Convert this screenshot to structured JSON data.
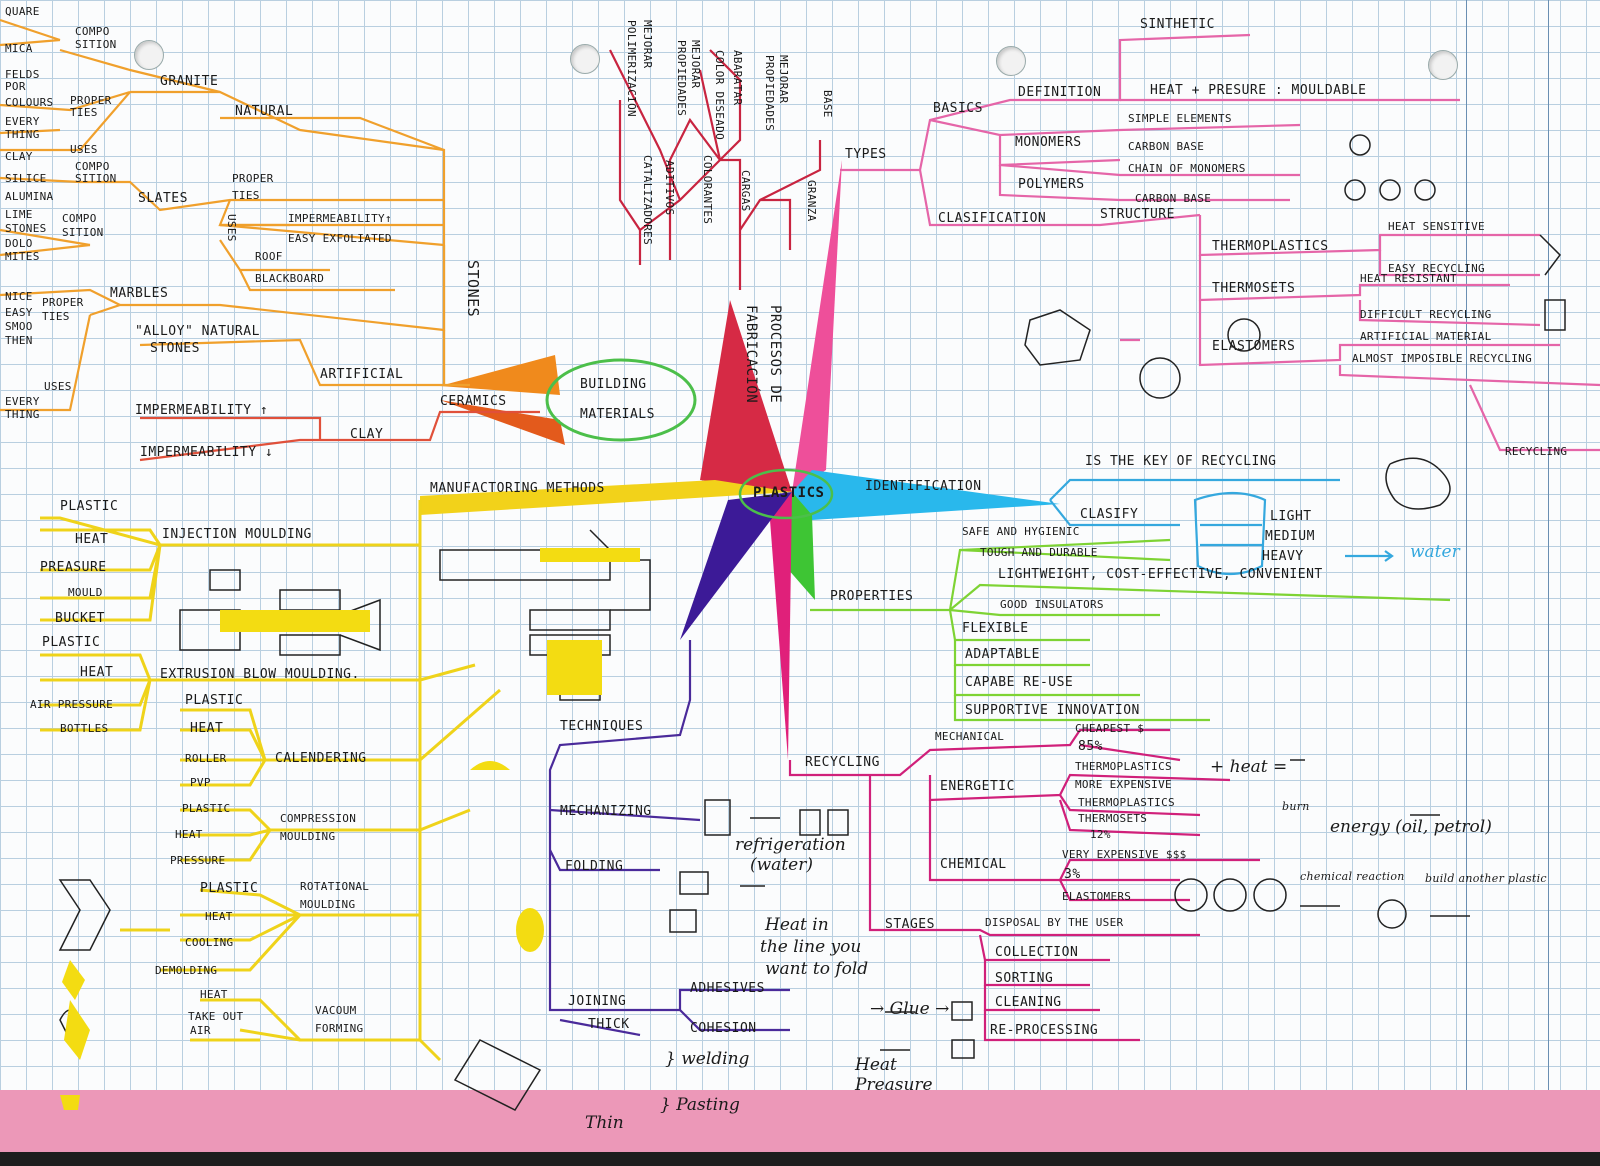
{
  "central": "PLASTICS",
  "building": {
    "line1": "BUILDING",
    "line2": "MATERIALS"
  },
  "stones": {
    "title": "STONES",
    "natural": "NATURAL",
    "granite": "GRANITE",
    "quare": "QUARE",
    "composition1": "COMPO",
    "composition1b": "SITION",
    "mica": "MICA",
    "felds": "FELDS",
    "por": "POR",
    "colours": "COLOURS",
    "properties1": "PROPER",
    "properties1b": "TIES",
    "every": "EVERY",
    "thing": "THING",
    "uses1": "USES",
    "clay": "CLAY",
    "composition2": "COMPO",
    "composition2b": "SITION",
    "silice": "SILICE",
    "alumina": "ALUMINA",
    "slates": "SLATES",
    "proper": "PROPER",
    "ties": "TIES",
    "imperm_up": "IMPERMEABILITY↑",
    "exfoliated": "EASY EXFOLIATED",
    "uses2": "USES",
    "roof": "ROOF",
    "blackboard": "BLACKBOARD",
    "lime": "LIME",
    "stones_small": "STONES",
    "composition3": "COMPO",
    "composition3b": "SITION",
    "dolo": "DOLO",
    "mites": "MITES",
    "marbles": "MARBLES",
    "nice": "NICE",
    "proper2": "PROPER",
    "ties2": "TIES",
    "easy": "EASY",
    "smoo": "SMOO",
    "then": "THEN",
    "alloy": "\"ALLOY\" NATURAL",
    "alloy2": "STONES",
    "artificial": "ARTIFICIAL",
    "uses3": "USES",
    "every2": "EVERY",
    "thing2": "THING"
  },
  "ceramics": {
    "title": "CERAMICS",
    "clay": "CLAY",
    "imperm_up": "IMPERMEABILITY ↑",
    "imperm_down": "IMPERMEABILITY ↓"
  },
  "procesos": {
    "line1": "PROCESOS DE",
    "line2": "FABRICACIÓN",
    "base": "BASE",
    "granza": "GRANZA",
    "mejorar_prop1": "MEJORAR",
    "mejorar_prop2": "PROPIEDADES",
    "cargas": "CARGAS",
    "abaratar": "ABARATAR",
    "color": "COLOR DESEADO",
    "colorantes": "COLORANTES",
    "mejorar1": "MEJORAR",
    "mejorar2": "PROPIEDADES",
    "aditivos": "ADITIVOS",
    "mejorar_poli1": "MEJORAR",
    "mejorar_poli2": "POLIMERIZACIÓN",
    "catalizadores": "CATALIZADORES"
  },
  "types": {
    "title": "TYPES",
    "basics": "BASICS",
    "synthetic": "SINTHETIC",
    "definition": "DEFINITION",
    "heat_pressure": "HEAT + PRESURE : MOULDABLE",
    "simple": "SIMPLE ELEMENTS",
    "monomers": "MONOMERS",
    "carbon1": "CARBON BASE",
    "chain": "CHAIN OF MONOMERS",
    "polymers": "POLYMERS",
    "carbon2": "CARBON BASE",
    "clasification": "CLASIFICATION",
    "structure": "STRUCTURE",
    "thermoplastics": "THERMOPLASTICS",
    "heat_sensitive": "HEAT SENSITIVE",
    "easy_recycling": "EASY RECYCLING",
    "thermosets": "THERMOSETS",
    "heat_resistant": "HEAT RESISTANT",
    "difficult": "DIFFICULT RECYCLING",
    "elastomers": "ELASTOMERS",
    "artificial_material": "ARTIFICIAL MATERIAL",
    "almost": "ALMOST IMPOSIBLE RECYCLING",
    "recycling": "RECYCLING"
  },
  "identification": {
    "title": "IDENTIFICATION",
    "key": "IS THE KEY OF RECYCLING",
    "clasify": "CLASIFY",
    "light": "LIGHT",
    "medium": "MEDIUM",
    "heavy": "HEAVY",
    "water": "water"
  },
  "properties": {
    "title": "PROPERTIES",
    "safe": "SAFE AND HYGIENIC",
    "tough": "TOUGH AND DURABLE",
    "lightweight": "LIGHTWEIGHT, COST-EFFECTIVE, CONVENIENT",
    "insulators": "GOOD INSULATORS",
    "flexible": "FLEXIBLE",
    "adaptable": "ADAPTABLE",
    "capabe": "CAPABE RE-USE",
    "supportive": "SUPPORTIVE INNOVATION"
  },
  "recycling": {
    "title": "RECYCLING",
    "mechanical": "MECHANICAL",
    "cheapest": "CHEAPEST $",
    "p85": "85%",
    "thermoplastics": "THERMOPLASTICS",
    "energetic": "ENERGETIC",
    "more_expensive": "MORE EXPENSIVE",
    "thermoplastics2": "THERMOPLASTICS",
    "thermosets": "THERMOSETS",
    "p12": "12%",
    "chemical": "CHEMICAL",
    "very_expensive": "VERY EXPENSIVE $$$",
    "p3": "3%",
    "elastomers": "ELASTOMERS",
    "heat_eq": "+ heat =",
    "burn": "burn",
    "energy": "energy (oil, petrol)",
    "reaction": "chemical reaction",
    "build": "build another plastic",
    "stages": "STAGES",
    "disposal": "DISPOSAL BY THE USER",
    "collection": "COLLECTION",
    "sorting": "SORTING",
    "cleaning": "CLEANING",
    "reprocessing": "RE-PROCESSING"
  },
  "techniques": {
    "title": "TECHNIQUES",
    "mechanizing": "MECHANIZING",
    "refrigeration": "refrigeration",
    "water": "(water)",
    "folding": "FOLDING",
    "heat1": "Heat in",
    "heat2": "the line you",
    "heat3": "want to fold",
    "joining": "JOINING",
    "adhesives": "ADHESIVES",
    "glue": "→ Glue →",
    "cohesion": "COHESION",
    "heat": "Heat",
    "preasure": "Preasure",
    "thick": "THICK",
    "welding": "} welding",
    "pasting": "} Pasting",
    "thin": "Thin"
  },
  "manufacturing": {
    "title": "MANUFACTORING METHODS",
    "injection": "INJECTION MOULDING",
    "plastic": "PLASTIC",
    "heat": "HEAT",
    "preasure": "PREASURE",
    "mould": "MOULD",
    "bucket": "BUCKET",
    "plastic2": "PLASTIC",
    "heat2": "HEAT",
    "extrusion": "EXTRUSION BLOW MOULDING.",
    "air_pressure": "AIR PRESSURE",
    "plastic3": "PLASTIC",
    "bottles": "BOTTLES",
    "heat3": "HEAT",
    "roller": "ROLLER",
    "calendering": "CALENDERING",
    "pvp": "PVP",
    "plastic4": "PLASTIC",
    "compression": "COMPRESSION",
    "moulding1": "MOULDING",
    "heat4": "HEAT",
    "pressure4": "PRESSURE",
    "plastic5": "PLASTIC",
    "rotational": "ROTATIONAL",
    "moulding2": "MOULDING",
    "heat5": "HEAT",
    "cooling": "COOLING",
    "demolding": "DEMOLDING",
    "heat6": "HEAT",
    "take_out": "TAKE OUT",
    "air": "AIR",
    "vacuum": "VACOUM",
    "forming": "FORMING"
  }
}
